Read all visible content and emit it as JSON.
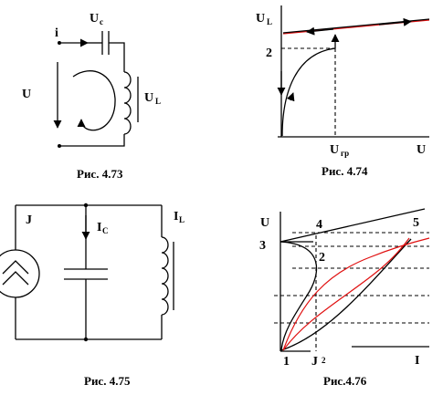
{
  "fig_4_73": {
    "caption": "Рис. 4.73",
    "current_label": "i",
    "capacitor_label": "U",
    "capacitor_sub": "c",
    "source_label": "U",
    "inductor_label": "U",
    "inductor_sub": "L"
  },
  "fig_4_74": {
    "caption": "Рис. 4.74",
    "y_axis_label": "U",
    "y_axis_sub": "L",
    "x_axis_label": "U",
    "x_marker_label": "U",
    "x_marker_sub": "гр",
    "point_label": "2"
  },
  "fig_4_75": {
    "caption": "Рис. 4.75",
    "source_label": "J",
    "capacitor_current_label": "I",
    "capacitor_current_sub": "C",
    "inductor_current_label": "I",
    "inductor_current_sub": "L"
  },
  "fig_4_76": {
    "caption": "Рис.4.76",
    "y_axis_label": "U",
    "x_axis_label": "I",
    "x_marker_label": "J",
    "x_marker_sub": "2",
    "point_1": "1",
    "point_2": "2",
    "point_3": "3",
    "point_4": "4",
    "point_5": "5"
  },
  "colors": {
    "ink": "#000000",
    "characteristic_curve": "#e01010"
  }
}
